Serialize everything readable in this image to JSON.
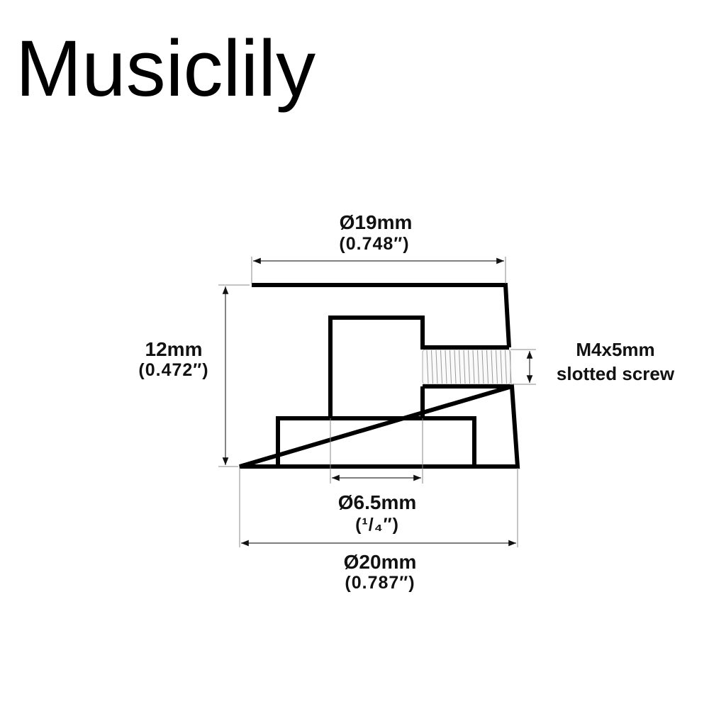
{
  "brand": "Musiclily",
  "dimensions": {
    "top_diameter": {
      "metric": "Ø19mm",
      "imperial": "(0.748″)"
    },
    "height": {
      "metric": "12mm",
      "imperial": "(0.472″)"
    },
    "screw": {
      "size": "M4x5mm",
      "type": "slotted screw"
    },
    "shaft_hole": {
      "metric": "Ø6.5mm",
      "imperial": "(¹/₄″)"
    },
    "bottom_diameter": {
      "metric": "Ø20mm",
      "imperial": "(0.787″)"
    }
  },
  "colors": {
    "line": "#000000",
    "dimension": "#333333"
  }
}
